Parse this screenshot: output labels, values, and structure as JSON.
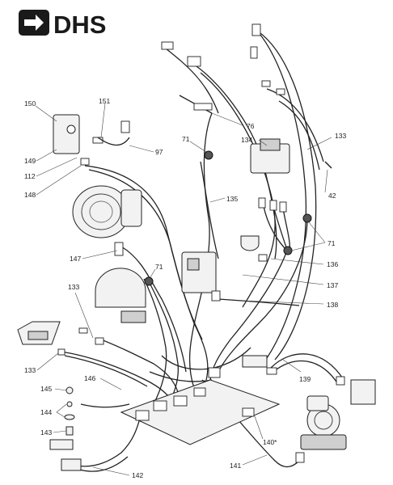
{
  "logo": {
    "text": "DHS"
  },
  "labels": {
    "l150": "150",
    "l151": "151",
    "l97": "97",
    "l149": "149",
    "l112": "112",
    "l148": "148",
    "l71a": "71",
    "l76": "76",
    "l133a": "133",
    "l134": "134",
    "l42": "42",
    "l135": "135",
    "l147": "147",
    "l71b": "71",
    "l71c": "71",
    "l136": "136",
    "l137": "137",
    "l133b": "133",
    "l138": "138",
    "l133c": "133",
    "l139": "139",
    "l145": "145",
    "l146": "146",
    "l144": "144",
    "l143": "143",
    "l140": "140*",
    "l141": "141",
    "l142": "142"
  }
}
